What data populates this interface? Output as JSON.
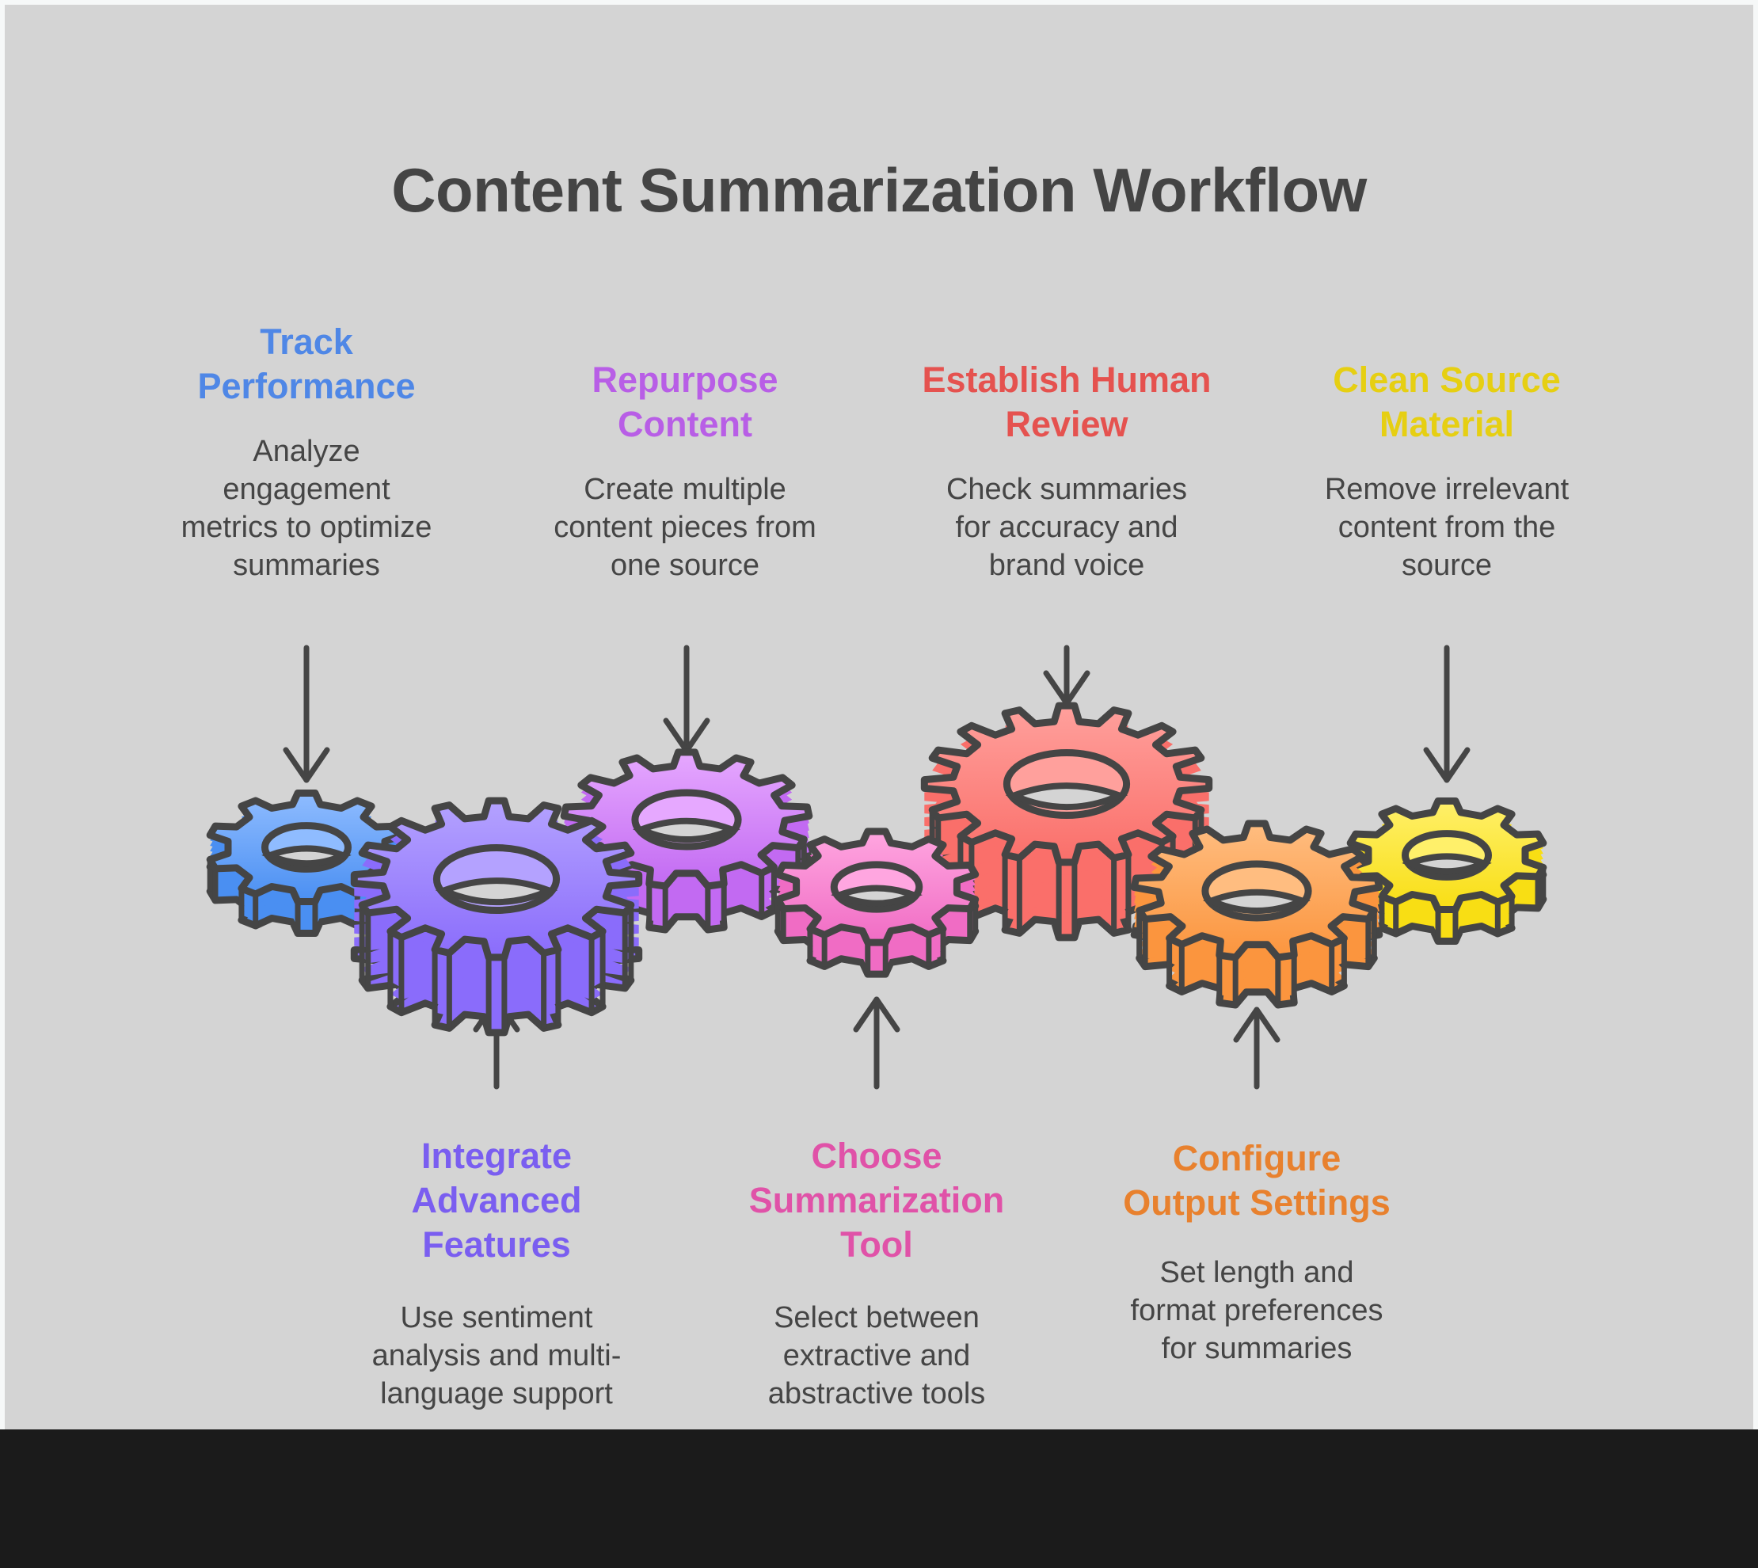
{
  "title": "Content Summarization Workflow",
  "steps": [
    {
      "id": "track-performance",
      "title": "Track\nPerformance",
      "description": "Analyze\nengagement\nmetrics to optimize\nsummaries",
      "color": "#4f87e6",
      "gear_color_light": "#8fbcff",
      "gear_color_dark": "#4a8ff2",
      "position": "top",
      "arrow": "down"
    },
    {
      "id": "integrate-advanced-features",
      "title": "Integrate\nAdvanced\nFeatures",
      "description": "Use sentiment\nanalysis and multi-\nlanguage support",
      "color": "#7a5ef0",
      "gear_color_light": "#b4a2ff",
      "gear_color_dark": "#8a6cfb",
      "position": "bottom",
      "arrow": "up"
    },
    {
      "id": "repurpose-content",
      "title": "Repurpose\nContent",
      "description": "Create multiple\ncontent pieces from\none source",
      "color": "#b85ee6",
      "gear_color_light": "#e6a8ff",
      "gear_color_dark": "#c26af2",
      "position": "top",
      "arrow": "down"
    },
    {
      "id": "choose-summarization-tool",
      "title": "Choose\nSummarization\nTool",
      "description": "Select between\nextractive and\nabstractive tools",
      "color": "#e052a8",
      "gear_color_light": "#ffa6e0",
      "gear_color_dark": "#f06cc4",
      "position": "bottom",
      "arrow": "up"
    },
    {
      "id": "establish-human-review",
      "title": "Establish Human\nReview",
      "description": "Check summaries\nfor accuracy and\nbrand voice",
      "color": "#e5524f",
      "gear_color_light": "#ffa09c",
      "gear_color_dark": "#fa6f6a",
      "position": "top",
      "arrow": "down"
    },
    {
      "id": "configure-output-settings",
      "title": "Configure\nOutput Settings",
      "description": "Set length and\nformat preferences\nfor summaries",
      "color": "#e8812e",
      "gear_color_light": "#ffbd80",
      "gear_color_dark": "#fb953e",
      "position": "bottom",
      "arrow": "up"
    },
    {
      "id": "clean-source-material",
      "title": "Clean Source\nMaterial",
      "description": "Remove irrelevant\ncontent from the\nsource",
      "color": "#e6cf12",
      "gear_color_light": "#fff06a",
      "gear_color_dark": "#f8de14",
      "position": "top",
      "arrow": "down"
    }
  ],
  "colors": {
    "background": "#d4d4d4",
    "outline": "#454545",
    "title": "#444444",
    "description": "#454545",
    "footer": "#1b1b1b"
  }
}
